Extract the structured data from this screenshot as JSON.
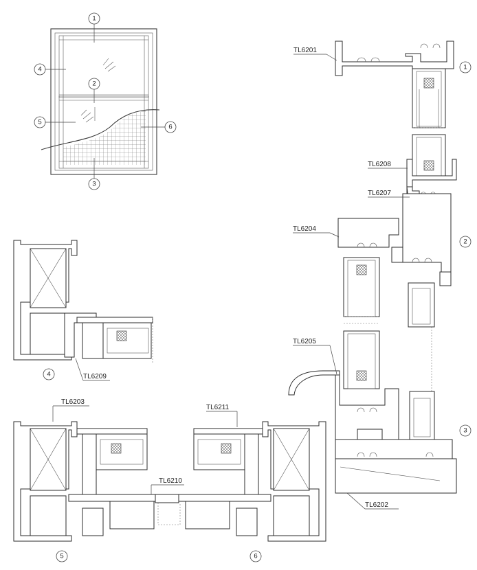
{
  "callouts": [
    "1",
    "2",
    "3",
    "4",
    "5",
    "6"
  ],
  "profile_codes": {
    "tl6201": "TL6201",
    "tl6208": "TL6208",
    "tl6207": "TL6207",
    "tl6204": "TL6204",
    "tl6205": "TL6205",
    "tl6202": "TL6202",
    "tl6209": "TL6209",
    "tl6203": "TL6203",
    "tl6211": "TL6211",
    "tl6210": "TL6210"
  },
  "colors": {
    "line": "#2b2b2b",
    "background": "#ffffff"
  }
}
